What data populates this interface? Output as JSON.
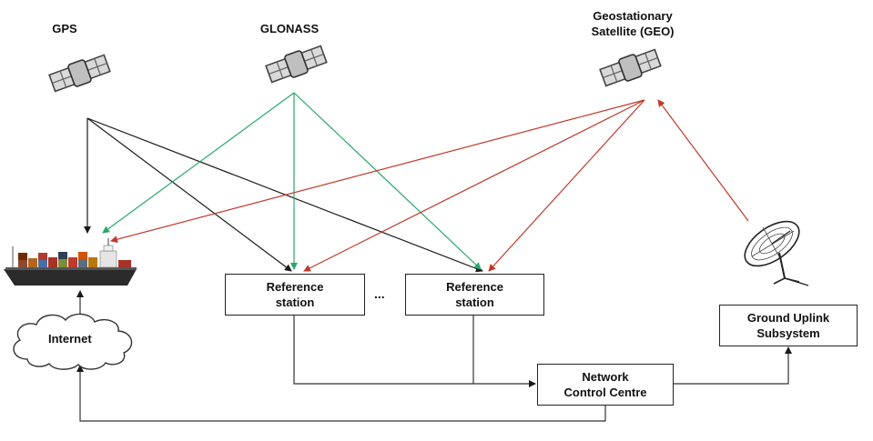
{
  "satellites": {
    "gps": {
      "label": "GPS",
      "icon": "satellite-icon"
    },
    "glonass": {
      "label": "GLONASS",
      "icon": "satellite-icon"
    },
    "geo": {
      "label_line1": "Geostationary",
      "label_line2": "Satellite (GEO)",
      "icon": "satellite-icon"
    }
  },
  "nodes": {
    "ref_station_1": {
      "line1": "Reference",
      "line2": "station"
    },
    "ref_station_2": {
      "line1": "Reference",
      "line2": "station"
    },
    "ellipsis": "...",
    "network_control": {
      "line1": "Network",
      "line2": "Control Centre"
    },
    "ground_uplink": {
      "line1": "Ground Uplink",
      "line2": "Subsystem"
    },
    "internet": {
      "label": "Internet"
    },
    "ship": {
      "icon": "cargo-ship-icon"
    },
    "dish": {
      "icon": "satellite-dish-icon"
    }
  },
  "colors": {
    "gps_signal": "#1a1a1a",
    "glonass_signal": "#2aa86a",
    "geo_signal": "#c0392b",
    "connection": "#333333"
  }
}
